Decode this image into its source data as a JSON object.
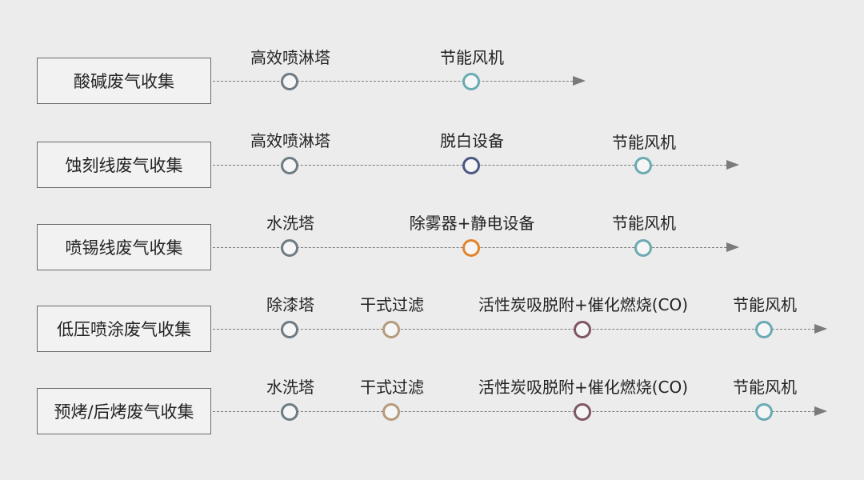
{
  "colors": {
    "slate": "#6e7b83",
    "teal": "#6aaab3",
    "navy": "#4a5782",
    "orange": "#e3832c",
    "tan": "#b59a7c",
    "plum": "#7f5666"
  },
  "rows": [
    {
      "title": "酸碱废气收集",
      "nodes": [
        {
          "label": "高效喷淋塔",
          "color": "slate"
        },
        {
          "label": "节能风机",
          "color": "teal"
        }
      ]
    },
    {
      "title": "蚀刻线废气收集",
      "nodes": [
        {
          "label": "高效喷淋塔",
          "color": "slate"
        },
        {
          "label": "脱白设备",
          "color": "navy"
        },
        {
          "label": "节能风机",
          "color": "teal"
        }
      ]
    },
    {
      "title": "喷锡线废气收集",
      "nodes": [
        {
          "label": "水洗塔",
          "color": "slate"
        },
        {
          "label": "除雾器+静电设备",
          "color": "orange"
        },
        {
          "label": "节能风机",
          "color": "teal"
        }
      ]
    },
    {
      "title": "低压喷涂废气收集",
      "nodes": [
        {
          "label": "除漆塔",
          "color": "slate"
        },
        {
          "label": "干式过滤",
          "color": "tan"
        },
        {
          "label": "活性炭吸脱附+催化燃烧(CO)",
          "color": "plum"
        },
        {
          "label": "节能风机",
          "color": "teal"
        }
      ]
    },
    {
      "title": "预烤/后烤废气收集",
      "nodes": [
        {
          "label": "水洗塔",
          "color": "slate"
        },
        {
          "label": "干式过滤",
          "color": "tan"
        },
        {
          "label": "活性炭吸脱附+催化燃烧(CO)",
          "color": "plum"
        },
        {
          "label": "节能风机",
          "color": "teal"
        }
      ]
    }
  ]
}
